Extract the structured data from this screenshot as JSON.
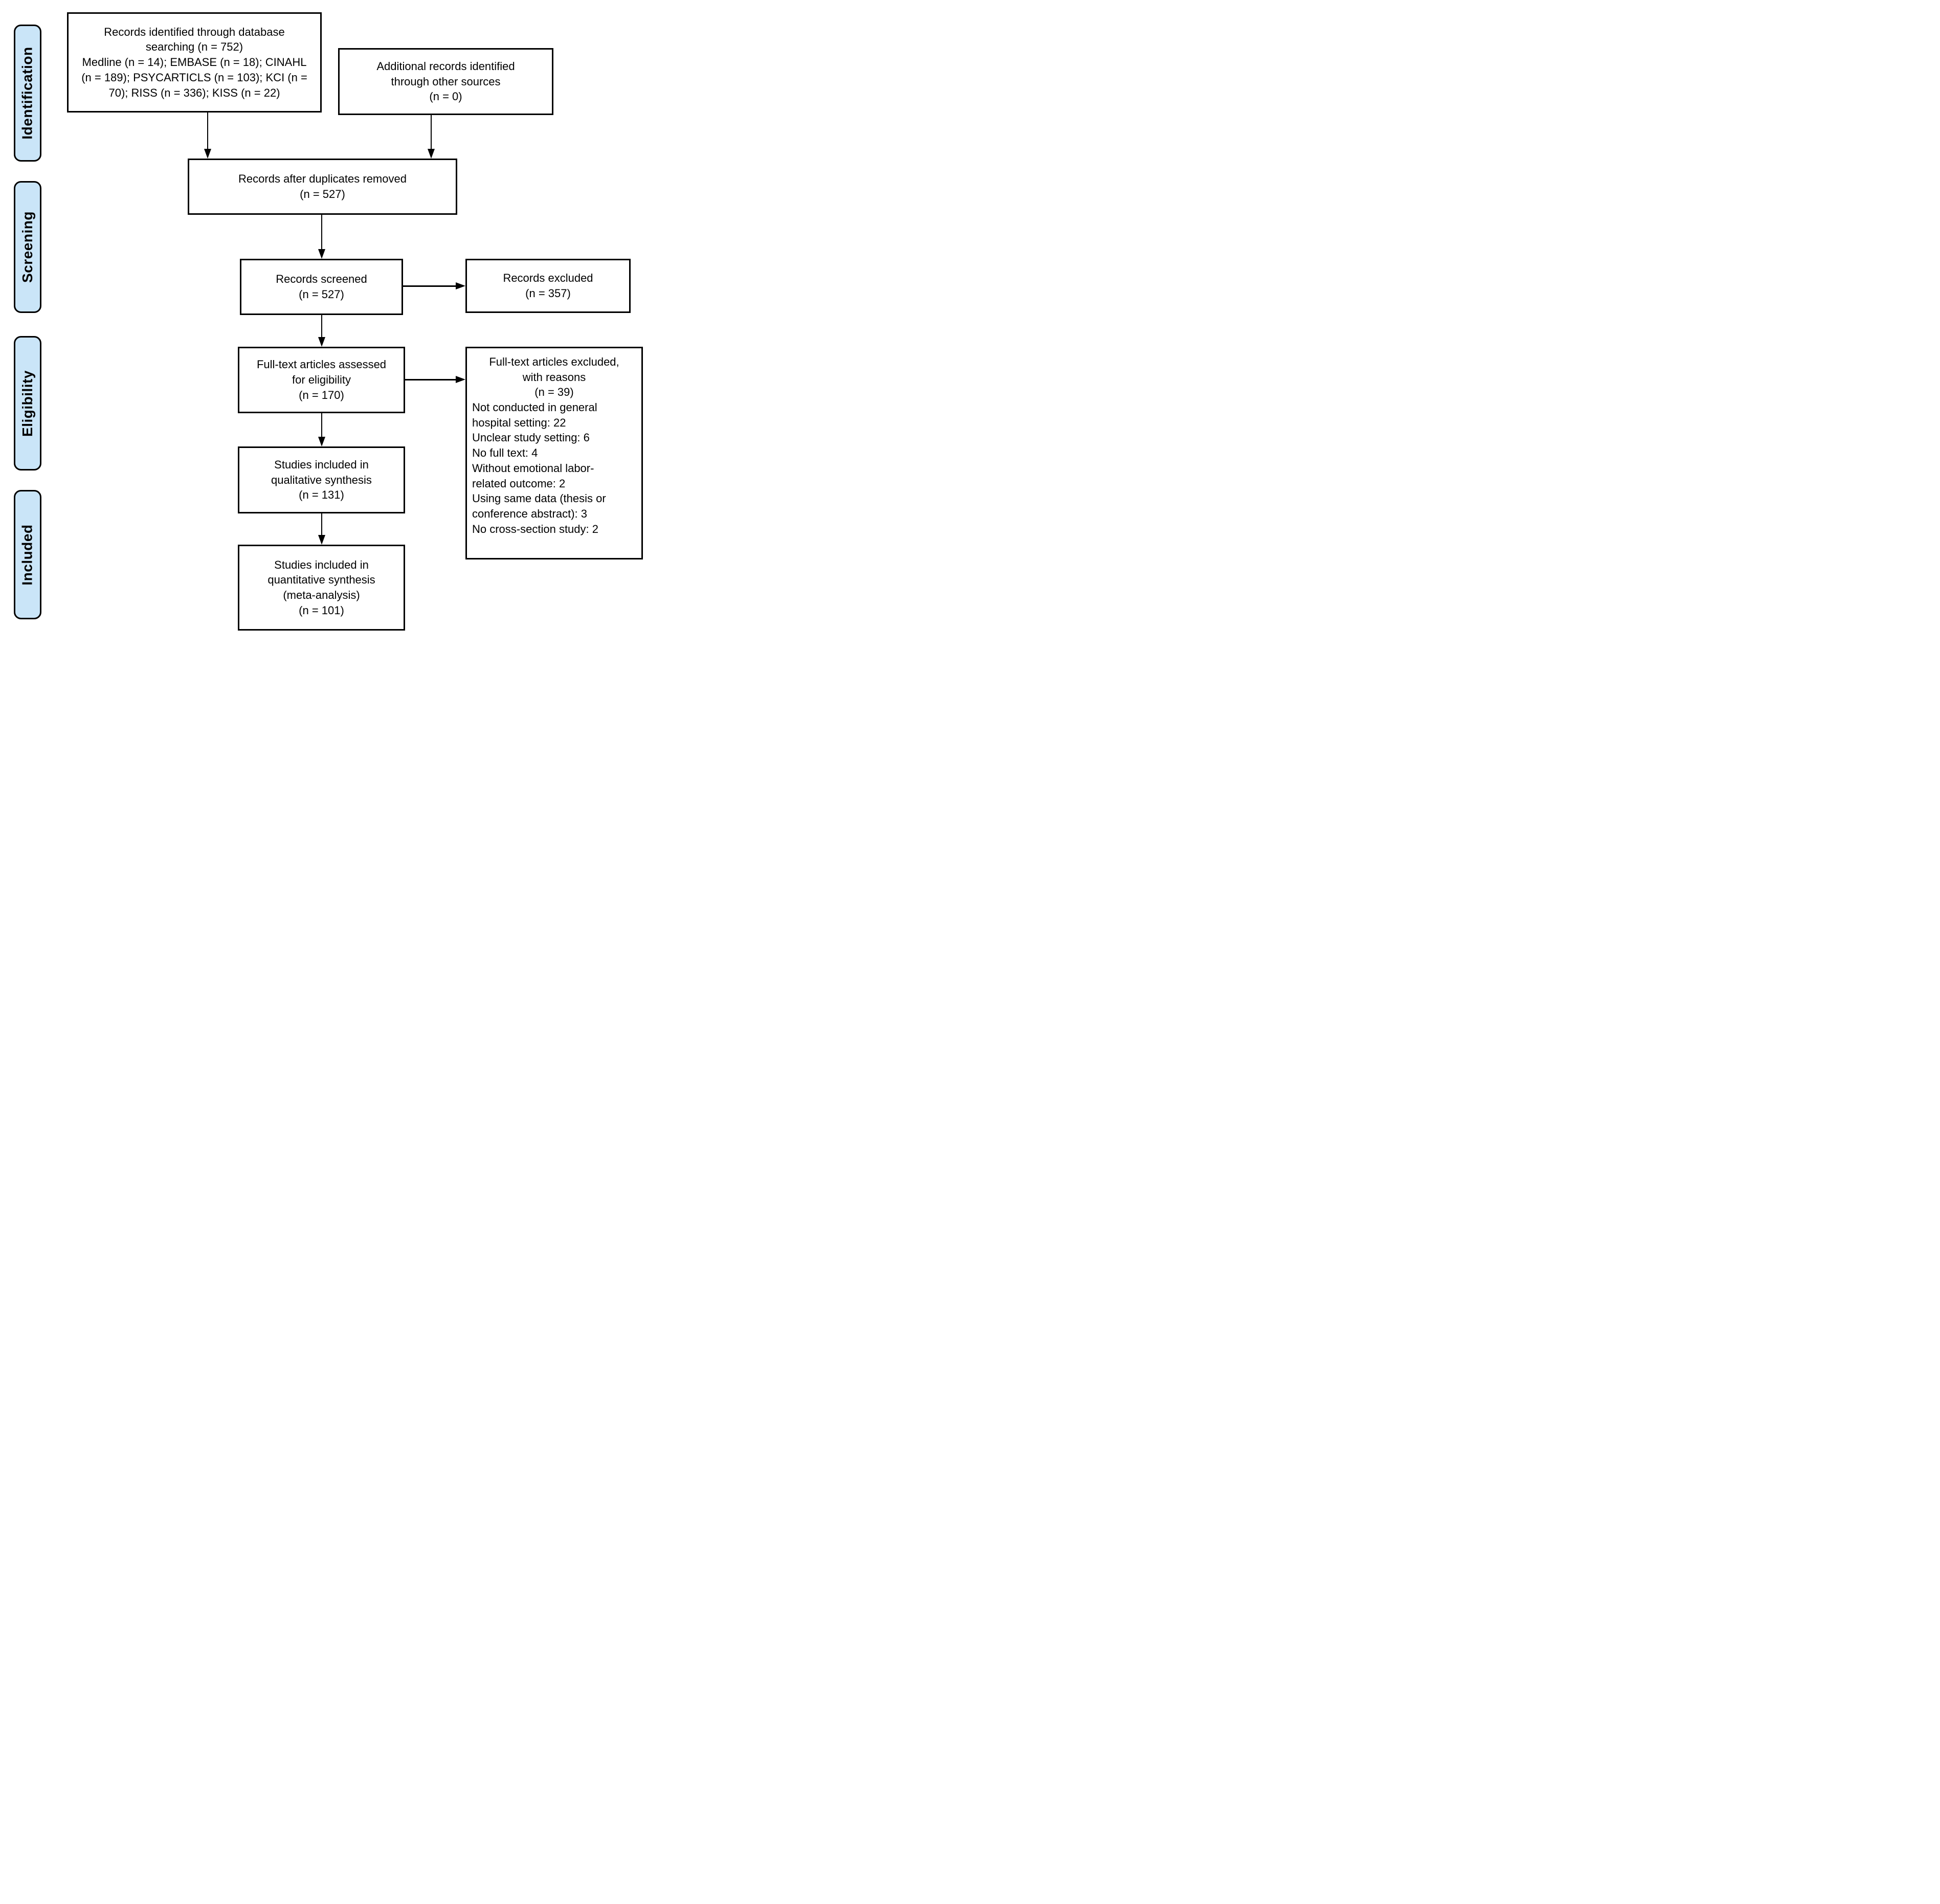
{
  "diagram": {
    "type": "prisma-flow",
    "stages": [
      {
        "id": "identification",
        "label": "Identification"
      },
      {
        "id": "screening",
        "label": "Screening"
      },
      {
        "id": "eligibility",
        "label": "Eligibility"
      },
      {
        "id": "included",
        "label": "Included"
      }
    ],
    "boxes": {
      "identified": {
        "lines": [
          "Records identified through database",
          "searching (n = 752)",
          "Medline (n = 14); EMBASE (n = 18); CINAHL",
          "(n = 189); PSYCARTICLS (n = 103); KCI (n =",
          "70); RISS (n = 336); KISS (n = 22)"
        ]
      },
      "other_sources": {
        "lines": [
          "Additional records identified",
          "through other sources",
          "(n = 0)"
        ]
      },
      "after_duplicates": {
        "lines": [
          "Records after duplicates removed",
          "(n = 527)"
        ]
      },
      "screened": {
        "lines": [
          "Records screened",
          "(n = 527)"
        ]
      },
      "records_excluded": {
        "lines": [
          "Records excluded",
          "(n = 357)"
        ]
      },
      "fulltext_assessed": {
        "lines": [
          "Full-text articles assessed",
          "for eligibility",
          "(n = 170)"
        ]
      },
      "fulltext_excluded": {
        "header_lines": [
          "Full-text articles excluded,",
          "with reasons",
          "(n = 39)"
        ],
        "reason_lines": [
          "Not conducted in general",
          "hospital setting: 22",
          "Unclear study setting: 6",
          "No full text: 4",
          "Without emotional labor-",
          "related outcome: 2",
          "Using same data (thesis or",
          "conference abstract): 3",
          "No cross-section study: 2"
        ]
      },
      "qualitative": {
        "lines": [
          "Studies included in",
          "qualitative synthesis",
          "(n = 131)"
        ]
      },
      "quantitative": {
        "lines": [
          "Studies included in",
          "quantitative synthesis",
          "(meta-analysis)",
          "(n = 101)"
        ]
      }
    },
    "colors": {
      "stage_fill": "#cae5f8",
      "stage_border": "#000000",
      "box_border": "#000000",
      "box_fill": "#ffffff",
      "arrow": "#000000",
      "text": "#000000",
      "background": "#ffffff"
    }
  }
}
